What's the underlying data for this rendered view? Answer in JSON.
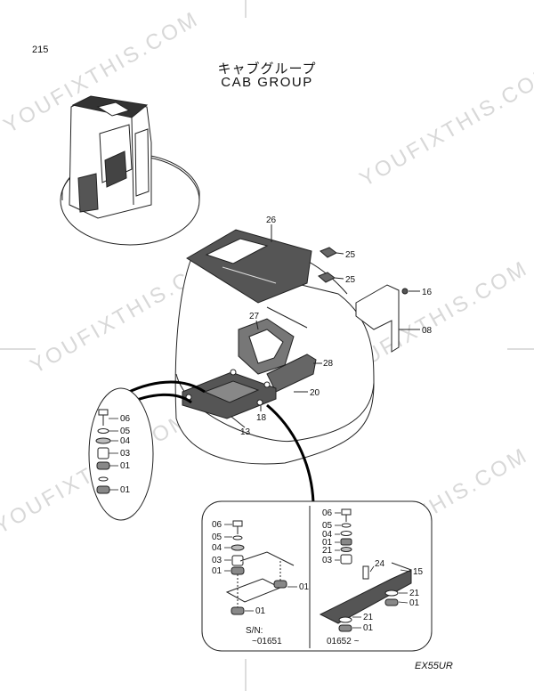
{
  "page": {
    "number": "215",
    "title_jp": "キャブグループ",
    "title_en": "CAB GROUP",
    "model": "EX55UR"
  },
  "watermark": "YOUFIXTHIS.COM",
  "callouts": {
    "main": [
      "26",
      "25",
      "25",
      "16",
      "27",
      "08",
      "28",
      "20",
      "18",
      "13"
    ],
    "detail_left": [
      "06",
      "05",
      "04",
      "03",
      "01",
      "01"
    ],
    "inset_a": [
      "06",
      "05",
      "04",
      "03",
      "01",
      "01",
      "01"
    ],
    "inset_b": [
      "06",
      "05",
      "04",
      "01",
      "21",
      "03",
      "24",
      "15",
      "21",
      "01",
      "21",
      "01"
    ]
  },
  "serials": {
    "a_label": "S/N:",
    "a_range": "~01651",
    "b_range": "01652 ~"
  }
}
